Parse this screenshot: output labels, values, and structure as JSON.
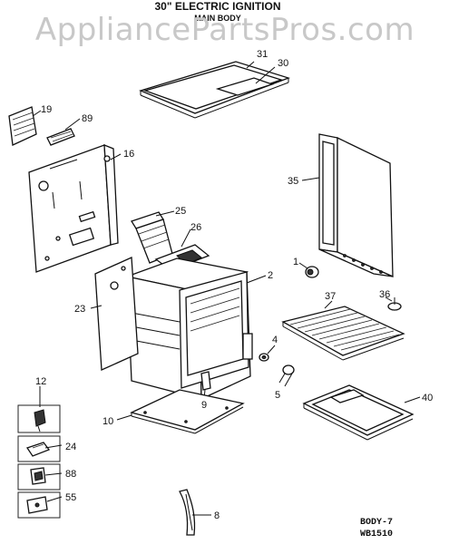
{
  "header": {
    "title": "30\" ELECTRIC IGNITION",
    "subtitle": "MAIN BODY"
  },
  "watermark": "AppliancePartsPros.com",
  "callouts": [
    "31",
    "30",
    "19",
    "89",
    "16",
    "35",
    "25",
    "26",
    "2",
    "1",
    "23",
    "37",
    "36",
    "4",
    "5",
    "12",
    "9",
    "40",
    "10",
    "24",
    "88",
    "55",
    "8"
  ],
  "footer": {
    "code1": "BODY-7",
    "code2": "WB1510"
  }
}
